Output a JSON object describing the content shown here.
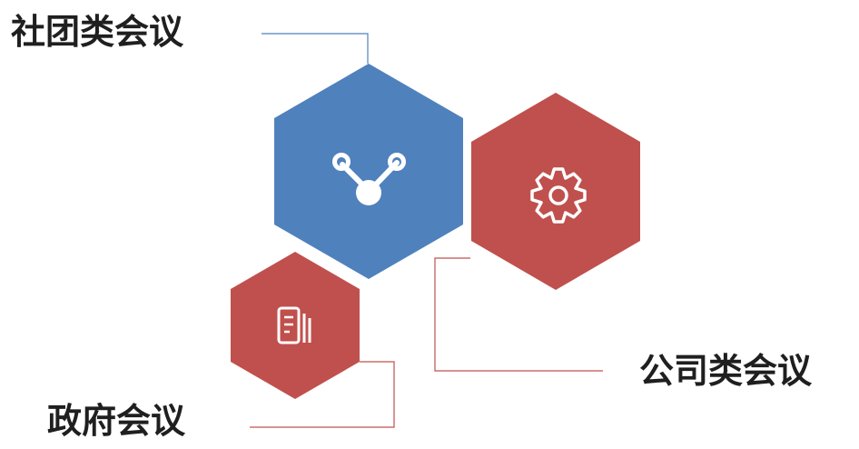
{
  "labels": {
    "shetuan": "社团类会议",
    "gongsi": "公司类会议",
    "zhengfu": "政府会议"
  },
  "colors": {
    "blue": "#4f81bd",
    "red": "#c0504d",
    "icon": "#ffffff",
    "text": "#1f1f1f"
  },
  "icons": {
    "blue_hex": "share-icon",
    "red_hex": "gear-icon",
    "small_hex": "document-icon"
  }
}
